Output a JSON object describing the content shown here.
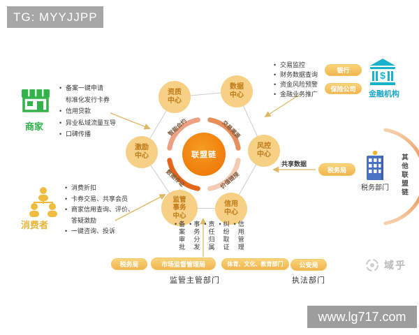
{
  "banner": {
    "text": "TG: MYYJJPP"
  },
  "merchant": {
    "label": "商家",
    "bullets": [
      "备案一键申请",
      "标准化发行卡券",
      "信用贷款",
      "异业私域流量互导",
      "口碑传播"
    ]
  },
  "consumer": {
    "label": "消费者",
    "bullets": [
      "消费折扣",
      "卡券交易、共享会员",
      "商家信用查询、评价、",
      "答疑激励",
      "一键咨询、投诉"
    ]
  },
  "finance": {
    "label": "金融机构",
    "bullets": [
      "交易监控",
      "财务数据查询",
      "资金风险预警",
      "金融业务推广"
    ],
    "bank_button": "银行",
    "insurance_button": "保险公司",
    "icon_symbol": "$"
  },
  "tax": {
    "share_label": "共享数据",
    "bureau_button": "税务局",
    "label": "税务部门",
    "other_chain": "其他联盟链"
  },
  "chain": {
    "center": "联盟链",
    "ring": {
      "top_left": "智能合约",
      "top_right": "交易溯源",
      "bottom_left": "数据存证",
      "bottom_right": "价值链接"
    },
    "nodes": {
      "qualification": "资质中心",
      "data": "数据中心",
      "risk": "风控中心",
      "credit": "信用中心",
      "supervision": "监管事务中心",
      "incentive": "激励中心"
    }
  },
  "regulation": {
    "items": [
      "备案审批",
      "事务分发",
      "责任归属",
      "纠纷取证",
      "信用管理"
    ]
  },
  "departments": {
    "buttons": [
      "税务局",
      "市场监督管理局",
      "体育、文化、教育部门",
      "公安局"
    ],
    "supervisor_caption": "监管主管部门",
    "enforcement_caption": "执法部门"
  },
  "footer": {
    "watermark": "域乎",
    "url": "www.lg717.com"
  },
  "colors": {
    "merchant_green": "#33b44a",
    "consumer_gold": "#edbb3f",
    "finance_teal": "#18b2ce",
    "tax_blue": "#4a72c4",
    "node_fill": "#f6d085",
    "node_text": "#c07a18",
    "center_orange": "#ee6f00",
    "arrow_gold": "#dcb964",
    "button_orange": "#f2b64a",
    "banner_gray": "#a7a7a7"
  }
}
